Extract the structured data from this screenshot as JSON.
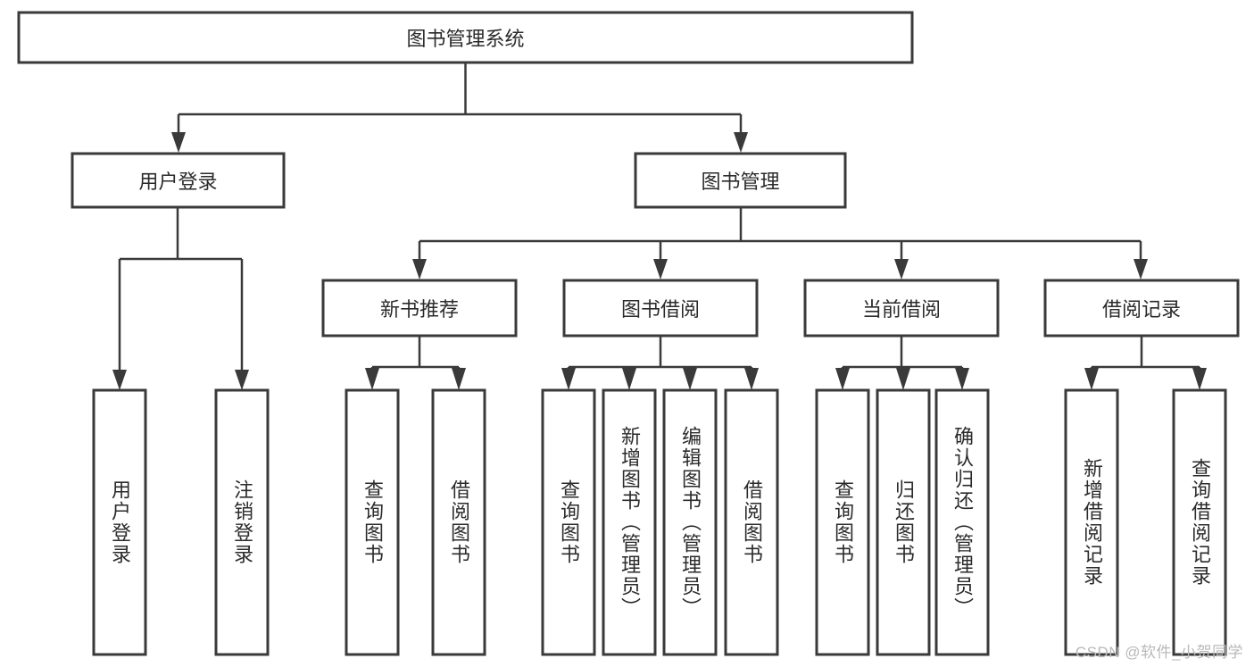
{
  "diagram": {
    "title": "图书管理系统",
    "type": "hierarchy-tree",
    "watermark": "CSDN @软件_小贺同学",
    "colors": {
      "stroke": "#3a3a3a",
      "fill": "#ffffff",
      "text": "#2b2b2b",
      "watermark": "#b9b9b9",
      "background": "#ffffff"
    },
    "root": {
      "label": "图书管理系统"
    },
    "level2": [
      {
        "label": "用户登录"
      },
      {
        "label": "图书管理"
      }
    ],
    "level3": [
      {
        "label": "新书推荐"
      },
      {
        "label": "图书借阅"
      },
      {
        "label": "当前借阅"
      },
      {
        "label": "借阅记录"
      }
    ],
    "leaves": {
      "user_login": [
        {
          "label": "用户登录"
        },
        {
          "label": "注销登录"
        }
      ],
      "new_book_recommend": [
        {
          "label": "查询图书"
        },
        {
          "label": "借阅图书"
        }
      ],
      "book_borrow": [
        {
          "label": "查询图书"
        },
        {
          "label": "新增图书（管理员）"
        },
        {
          "label": "编辑图书（管理员）"
        },
        {
          "label": "借阅图书"
        }
      ],
      "current_borrow": [
        {
          "label": "查询图书"
        },
        {
          "label": "归还图书"
        },
        {
          "label": "确认归还（管理员）"
        }
      ],
      "borrow_record": [
        {
          "label": "新增借阅记录"
        },
        {
          "label": "查询借阅记录"
        }
      ]
    }
  }
}
